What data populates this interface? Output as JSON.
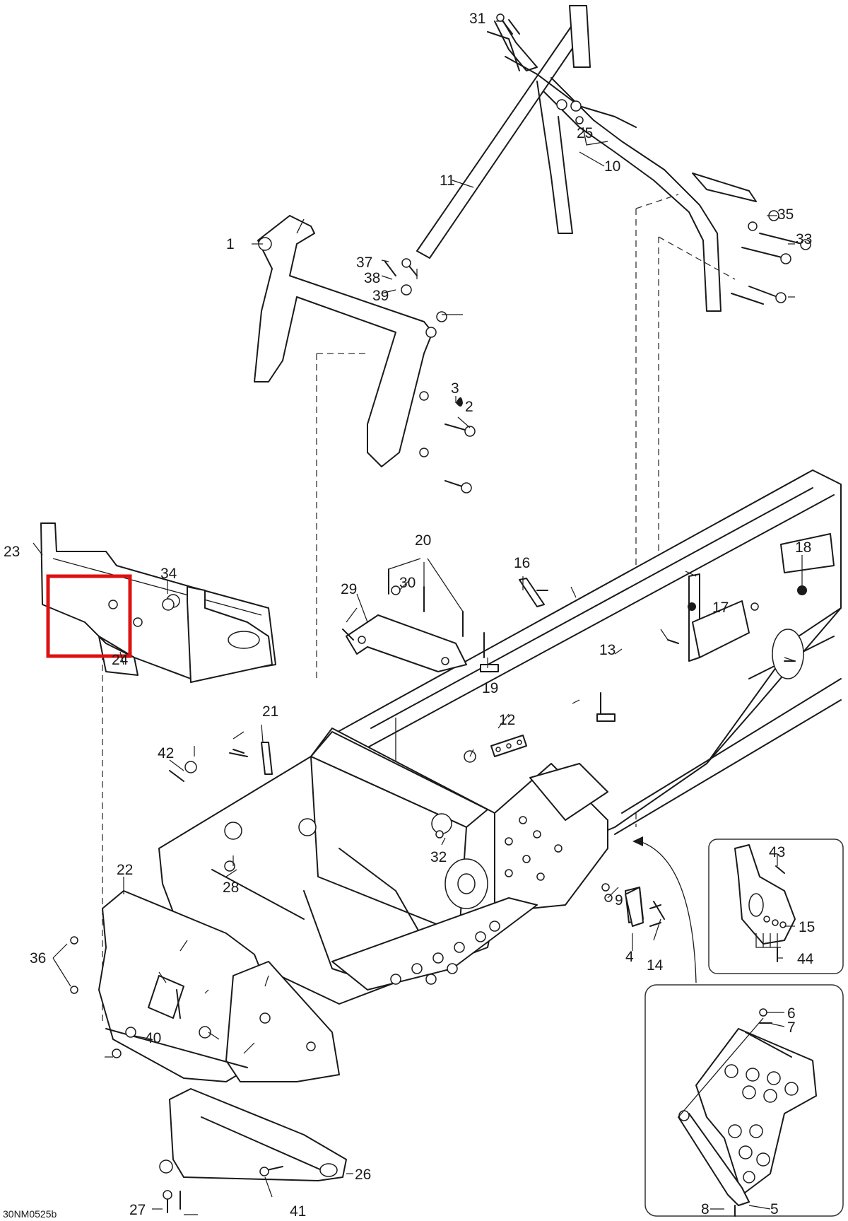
{
  "diagram_code": "30NM0525b",
  "highlight_color": "#dd1111",
  "callouts": [
    "1",
    "2",
    "3",
    "4",
    "5",
    "6",
    "7",
    "8",
    "9",
    "10",
    "11",
    "12",
    "13",
    "14",
    "15",
    "16",
    "17",
    "18",
    "19",
    "20",
    "21",
    "22",
    "23",
    "24",
    "25",
    "26",
    "27",
    "28",
    "29",
    "30",
    "31",
    "32",
    "33",
    "34",
    "35",
    "36",
    "37",
    "38",
    "39",
    "40",
    "41",
    "42",
    "43",
    "44"
  ],
  "icons": [
    "exploded-parts-drawing",
    "selection-highlight-box"
  ]
}
